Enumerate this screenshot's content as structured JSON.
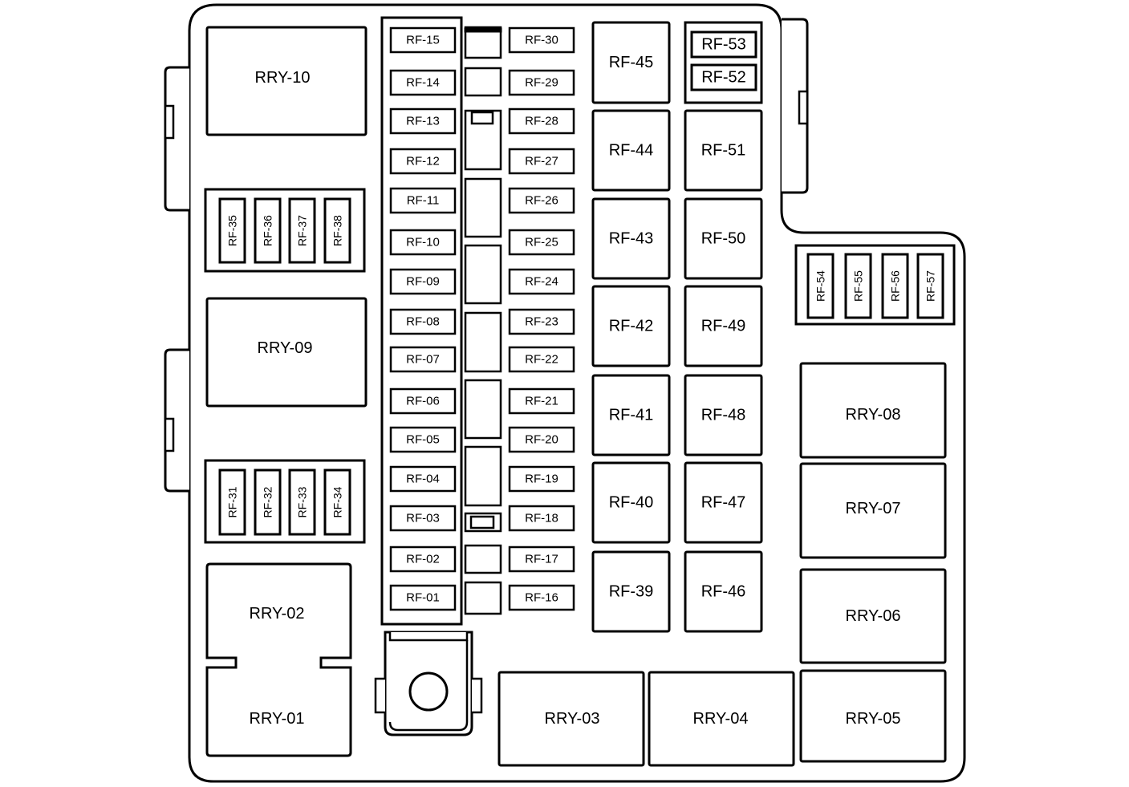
{
  "relays": {
    "rry10": "RRY-10",
    "rry09": "RRY-09",
    "rry02": "RRY-02",
    "rry01": "RRY-01",
    "rry03": "RRY-03",
    "rry04": "RRY-04",
    "rry05": "RRY-05",
    "rry06": "RRY-06",
    "rry07": "RRY-07",
    "rry08": "RRY-08"
  },
  "fuses_left_column": [
    "RF-15",
    "RF-14",
    "RF-13",
    "RF-12",
    "RF-11",
    "RF-10",
    "RF-09",
    "RF-08",
    "RF-07",
    "RF-06",
    "RF-05",
    "RF-04",
    "RF-03",
    "RF-02",
    "RF-01"
  ],
  "fuses_right_column": [
    "RF-30",
    "RF-29",
    "RF-28",
    "RF-27",
    "RF-26",
    "RF-25",
    "RF-24",
    "RF-23",
    "RF-22",
    "RF-21",
    "RF-20",
    "RF-19",
    "RF-18",
    "RF-17",
    "RF-16"
  ],
  "vertical_fuses_top": [
    "RF-35",
    "RF-36",
    "RF-37",
    "RF-38"
  ],
  "vertical_fuses_bottom": [
    "RF-31",
    "RF-32",
    "RF-33",
    "RF-34"
  ],
  "vertical_fuses_right": [
    "RF-54",
    "RF-55",
    "RF-56",
    "RF-57"
  ],
  "large_fuses_col1": [
    "RF-45",
    "RF-44",
    "RF-43",
    "RF-42",
    "RF-41",
    "RF-40",
    "RF-39"
  ],
  "large_fuses_col2": [
    "RF-51",
    "RF-50",
    "RF-49",
    "RF-48",
    "RF-47",
    "RF-46"
  ],
  "top_pair": [
    "RF-53",
    "RF-52"
  ]
}
